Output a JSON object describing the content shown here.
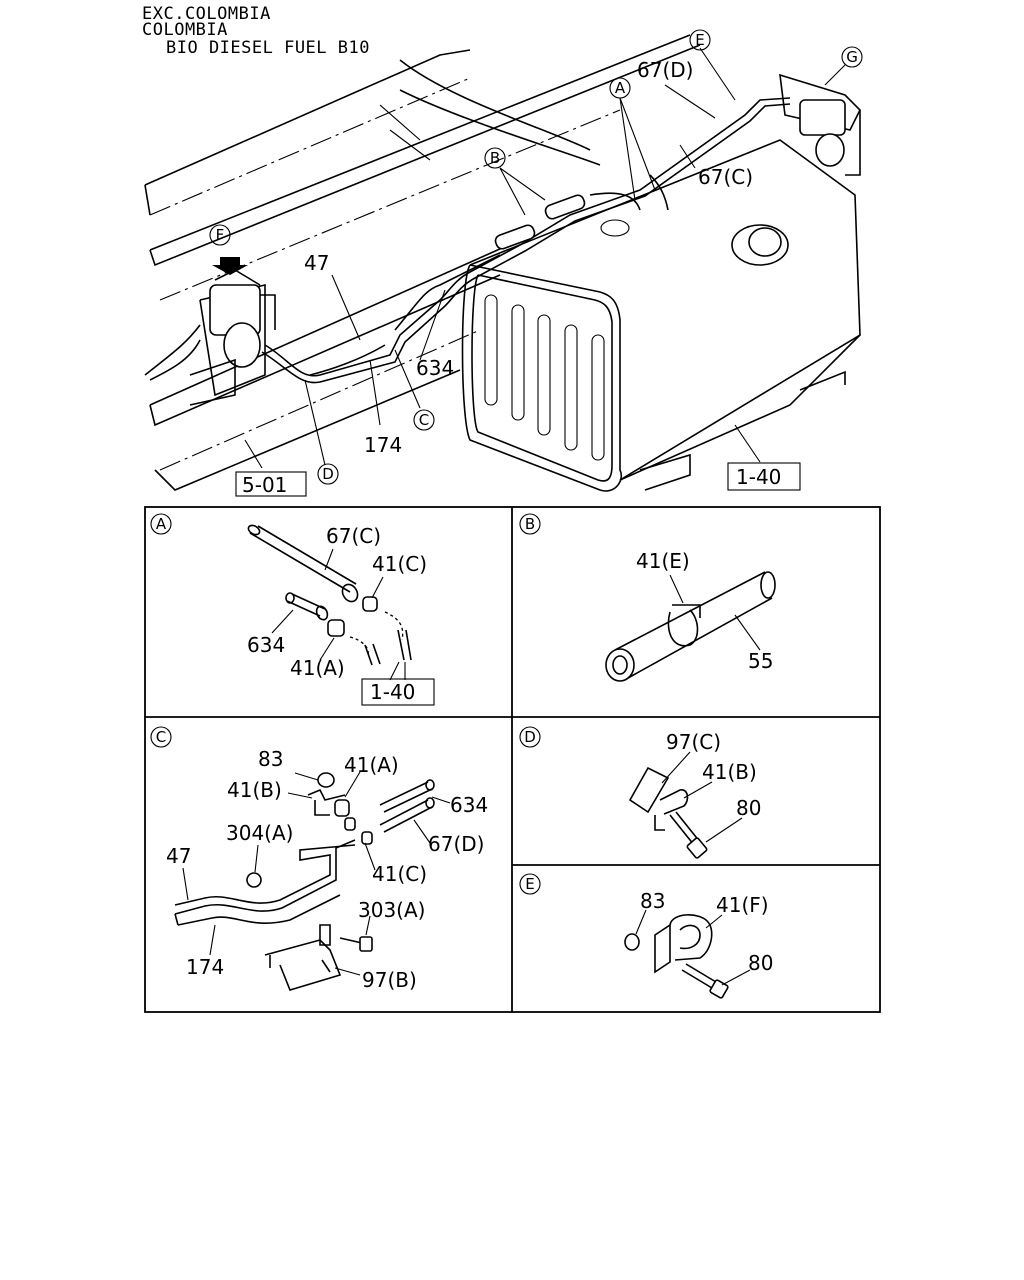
{
  "header": {
    "line1": "EXC.COLOMBIA",
    "line2": "COLOMBIA",
    "line3": "BIO DIESEL FUEL B10"
  },
  "main": {
    "callouts": {
      "A": "A",
      "B": "B",
      "C": "C",
      "D": "D",
      "E": "E",
      "F": "F",
      "G": "G"
    },
    "labels": {
      "p67d": "67(D)",
      "p67c": "67(C)",
      "p47": "47",
      "p634": "634",
      "p174": "174",
      "ref501": "5-01",
      "ref140": "1-40"
    }
  },
  "details": {
    "A": {
      "letter": "A",
      "labels": [
        "67(C)",
        "41(C)",
        "634",
        "41(A)"
      ],
      "ref": "1-40"
    },
    "B": {
      "letter": "B",
      "labels": [
        "41(E)",
        "55"
      ]
    },
    "C": {
      "letter": "C",
      "labels": [
        "83",
        "41(A)",
        "41(B)",
        "634",
        "304(A)",
        "67(D)",
        "47",
        "41(C)",
        "303(A)",
        "174",
        "97(B)"
      ]
    },
    "D": {
      "letter": "D",
      "labels": [
        "97(C)",
        "41(B)",
        "80"
      ]
    },
    "E": {
      "letter": "E",
      "labels": [
        "83",
        "41(F)",
        "80"
      ]
    }
  }
}
